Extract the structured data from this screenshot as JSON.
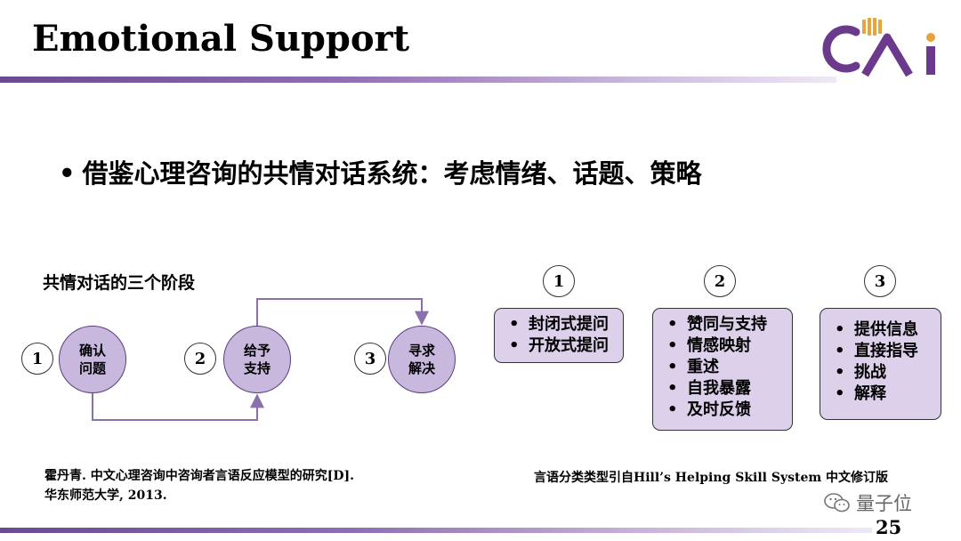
{
  "slide": {
    "title": "Emotional Support",
    "bullet": "借鉴心理咨询的共情对话系统：考虑情绪、话题、策略",
    "bullet_marker": "•",
    "page_number": "25"
  },
  "logo": {
    "text": "CAI",
    "color": "#6b3a8c",
    "accent": "#e8a33a"
  },
  "stages": {
    "heading": "共情对话的三个阶段",
    "items": [
      {
        "number": "1",
        "line1": "确认",
        "line2": "问题"
      },
      {
        "number": "2",
        "line1": "给予",
        "line2": "支持"
      },
      {
        "number": "3",
        "line1": "寻求",
        "line2": "解决"
      }
    ]
  },
  "categories": [
    {
      "number": "1",
      "items": [
        "封闭式提问",
        "开放式提问"
      ]
    },
    {
      "number": "2",
      "items": [
        "赞同与支持",
        "情感映射",
        "重述",
        "自我暴露",
        "及时反馈"
      ]
    },
    {
      "number": "3",
      "items": [
        "提供信息",
        "直接指导",
        "挑战",
        "解释"
      ]
    }
  ],
  "reference": {
    "line1": "霍丹青. 中文心理咨询中咨询者言语反应模型的研究[D].",
    "line2": "华东师范大学, 2013."
  },
  "note": "言语分类类型引自Hill’s Helping Skill System 中文修订版",
  "watermark": {
    "text": "量子位",
    "icon": "wechat-icon"
  },
  "colors": {
    "phase_fill": "#c8b8de",
    "box_fill": "#dcd0ea",
    "connector": "#8a70ad",
    "bar_start": "#6b4a90"
  }
}
